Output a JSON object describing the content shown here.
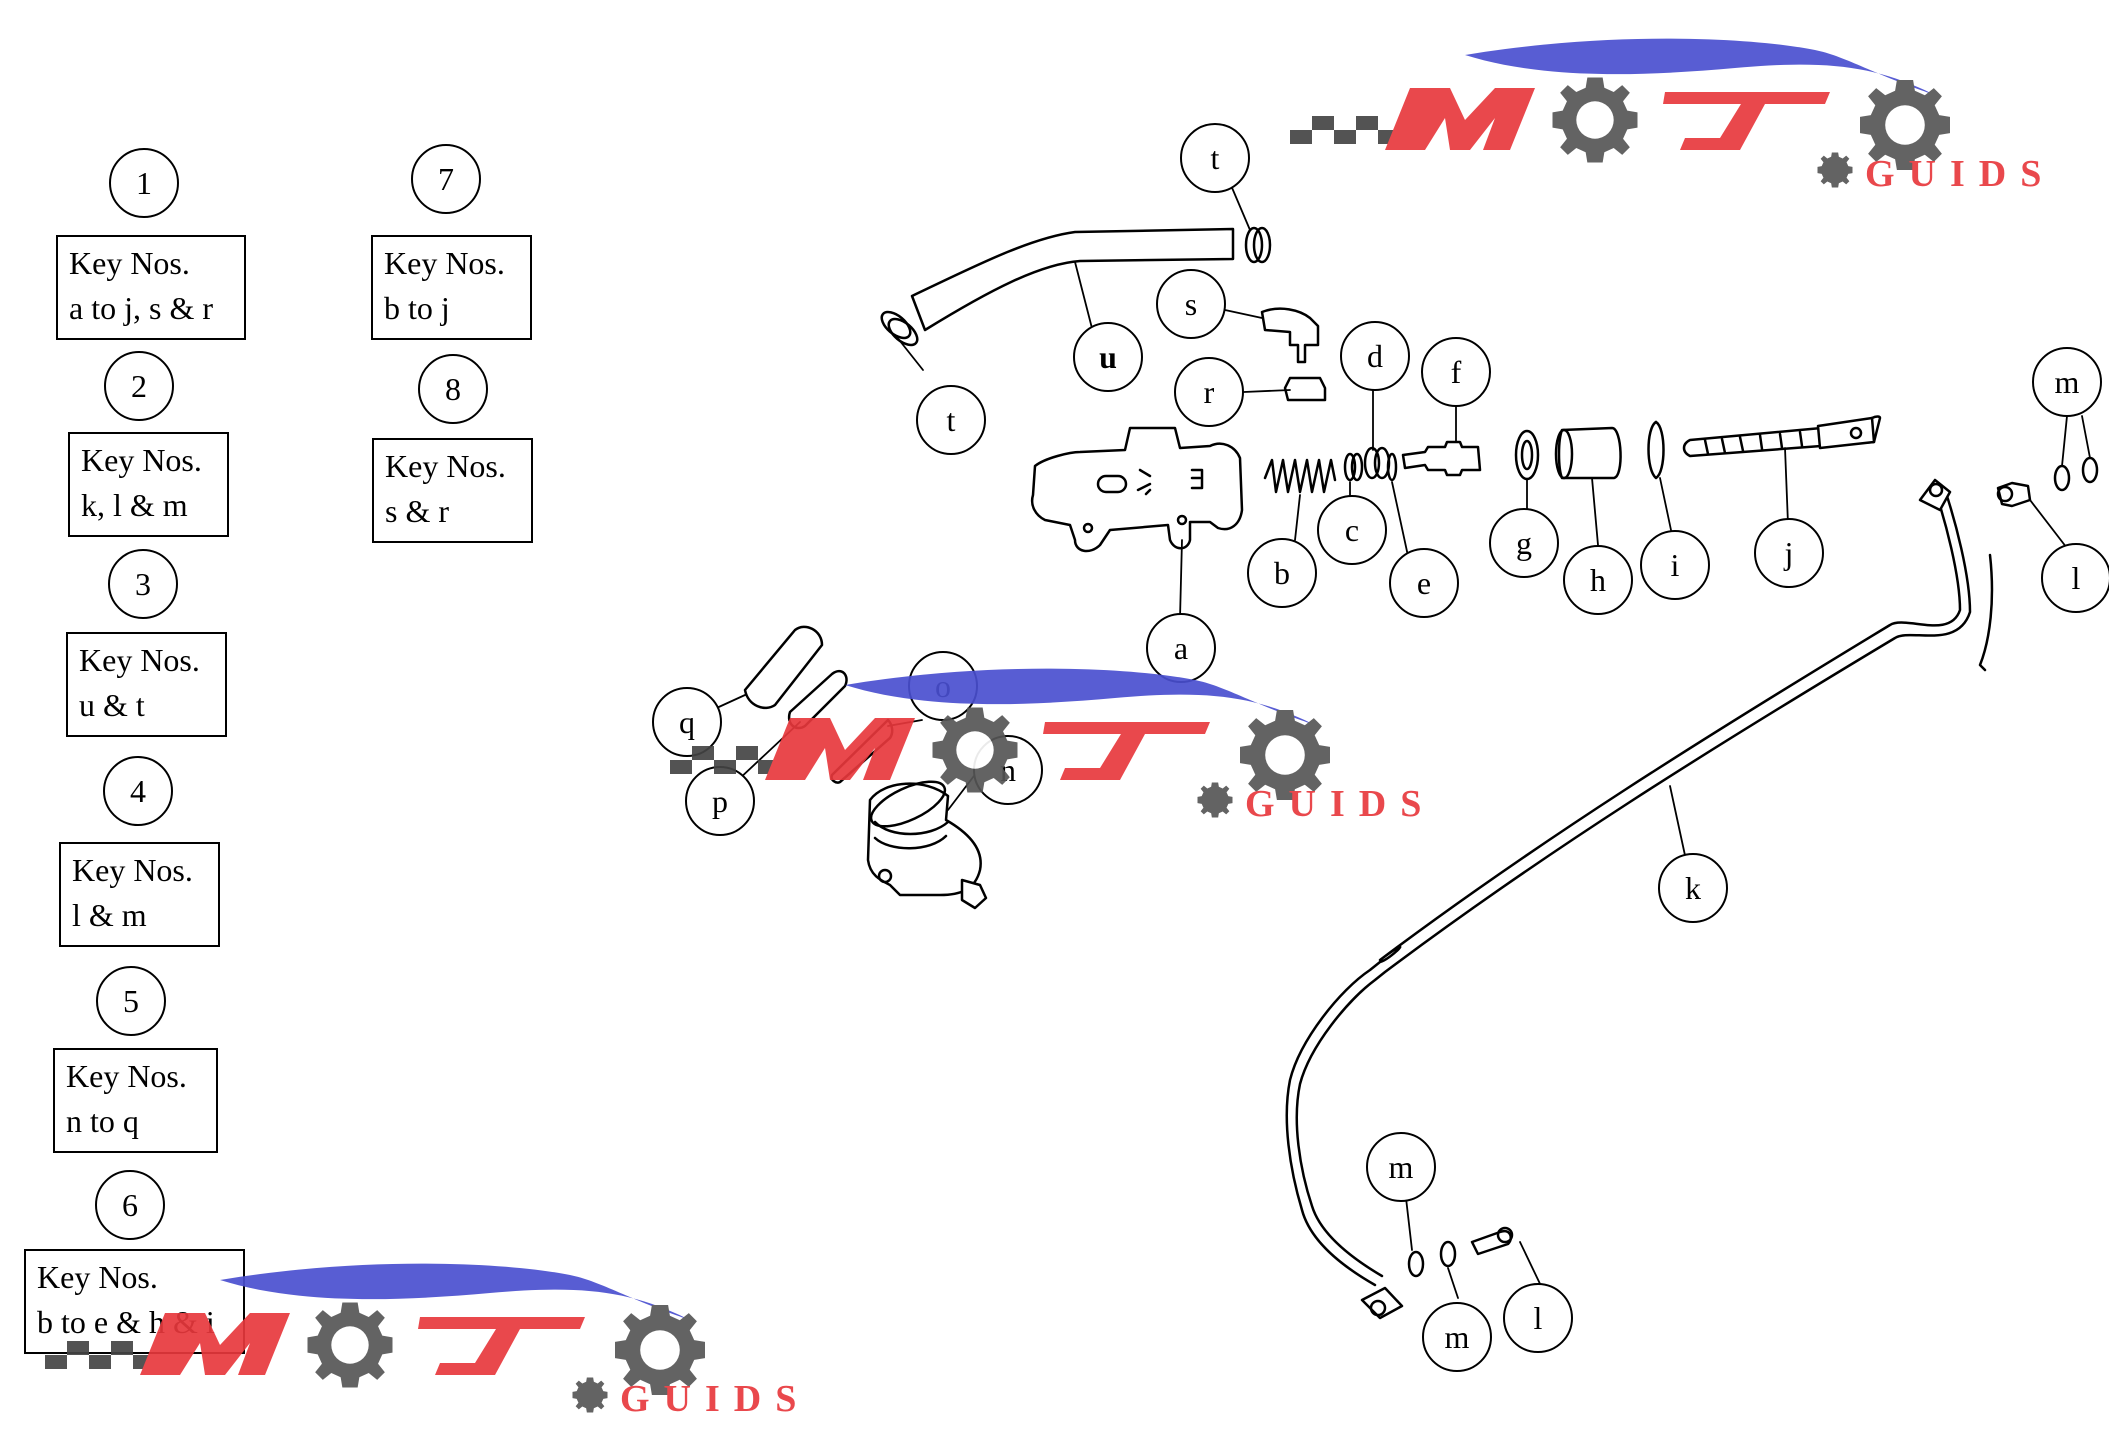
{
  "kits": [
    {
      "number": "1",
      "heading": "Key Nos.",
      "keys": "a to j, s & r"
    },
    {
      "number": "2",
      "heading": "Key Nos.",
      "keys": "k, l & m"
    },
    {
      "number": "3",
      "heading": "Key Nos.",
      "keys": "u & t"
    },
    {
      "number": "4",
      "heading": "Key Nos.",
      "keys": "l & m"
    },
    {
      "number": "5",
      "heading": "Key Nos.",
      "keys": "n to q"
    },
    {
      "number": "6",
      "heading": "Key Nos.",
      "keys": "b to e & h & i"
    },
    {
      "number": "7",
      "heading": "Key Nos.",
      "keys": "b to j"
    },
    {
      "number": "8",
      "heading": "Key Nos.",
      "keys": "s & r"
    }
  ],
  "callouts": {
    "t": "t",
    "u": "u",
    "s": "s",
    "r": "r",
    "d": "d",
    "f": "f",
    "m": "m",
    "c": "c",
    "b": "b",
    "e": "e",
    "g": "g",
    "h": "h",
    "i": "i",
    "j": "j",
    "l": "l",
    "a": "a",
    "o": "o",
    "q": "q",
    "n": "n",
    "p": "p",
    "k": "k"
  },
  "watermark": {
    "brand": "MOTO",
    "sub": "GUIDS",
    "colors": {
      "red": "#e8383d",
      "blue": "#4a4fd0",
      "gray": "#555555"
    }
  }
}
